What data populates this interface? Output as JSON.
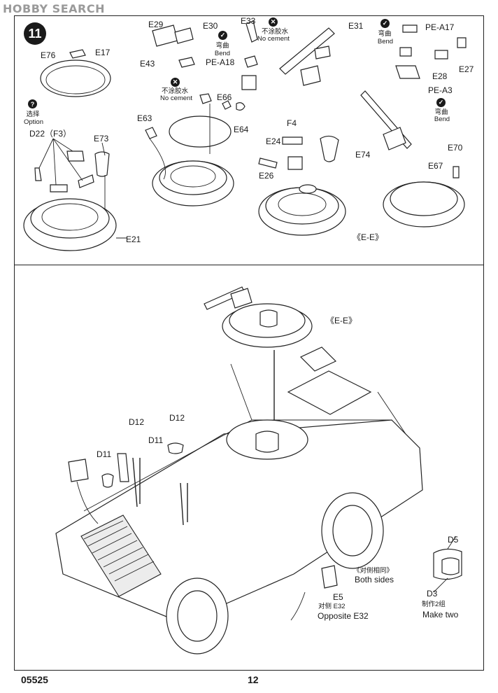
{
  "watermark": "HOBBY SEARCH",
  "step_number": "11",
  "footer": {
    "code": "05525",
    "page": "12"
  },
  "labels": {
    "e76": "E76",
    "e17": "E17",
    "option_cn": "选择",
    "option_en": "Option",
    "d22": "D22（F3）",
    "e73": "E73",
    "e21": "E21",
    "e29": "E29",
    "e30": "E30",
    "e43": "E43",
    "bend1_cn": "弯曲",
    "bend1_en": "Bend",
    "pe_a18": "PE-A18",
    "nocement1_cn": "不涂胶水",
    "nocement1_en": "No cement",
    "e66": "E66",
    "e63": "E63",
    "e64": "E64",
    "e33": "E33",
    "nocement2_cn": "不涂胶水",
    "nocement2_en": "No cement",
    "e31": "E31",
    "bend2_cn": "弯曲",
    "bend2_en": "Bend",
    "pe_a17": "PE-A17",
    "e28": "E28",
    "e27": "E27",
    "pe_a3": "PE-A3",
    "bend3_cn": "弯曲",
    "bend3_en": "Bend",
    "f4": "F4",
    "e24": "E24",
    "e74": "E74",
    "e26": "E26",
    "ee1": "《E-E》",
    "e70": "E70",
    "e67": "E67",
    "ee2": "《E-E》",
    "d12a": "D12",
    "d12b": "D12",
    "d11a": "D11",
    "d11b": "D11",
    "d5": "D5",
    "d3": "D3",
    "make_two_cn": "制作2组",
    "make_two_en": "Make two",
    "both_sides_cn": "《对侧相同》",
    "both_sides_en": "Both sides",
    "e5": "E5",
    "opposite_cn": "对侧  E32",
    "opposite_en": "Opposite E32"
  },
  "icons": {
    "option": "question-icon",
    "cement": "no-cement-icon",
    "bend": "bend-check-icon"
  }
}
